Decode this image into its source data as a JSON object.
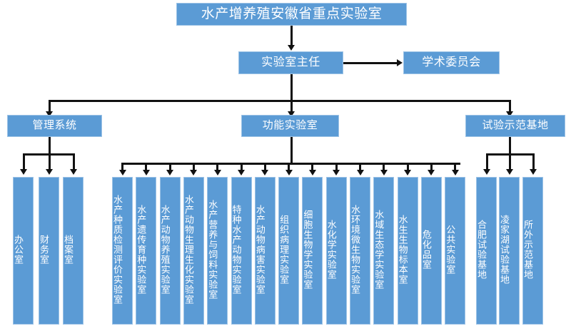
{
  "diagram": {
    "type": "organization-chart",
    "colors": {
      "box_fill": "#5B9BD5",
      "box_border": "#9DC3E6",
      "text": "#FFFFFF",
      "connector": "#111111",
      "background": "#FFFFFF"
    },
    "title": "水产增养殖安徽省重点实验室",
    "level2": {
      "director": "实验室主任",
      "committee": "学术委员会"
    },
    "level3": [
      {
        "label": "管理系统"
      },
      {
        "label": "功能实验室"
      },
      {
        "label": "试验示范基地"
      }
    ],
    "management_units": [
      "办公室",
      "财务室",
      "档案室"
    ],
    "functional_labs": [
      "水产种质检测评价实验室",
      "水产遗传育种实验室",
      "水产动物养殖实验室",
      "水产动物生理生化实验室",
      "水产营养与饲料实验室",
      "特种水产动物实验室",
      "水产动物病害实验室",
      "组织病理实验室",
      "细胞生物学实验室",
      "水化学实验室",
      "水环境微生物实验室",
      "水域生态学实验室",
      "水生生物标本室",
      "危化品室",
      "公共实验室"
    ],
    "demo_bases": [
      "合肥试验基地",
      "凌家湖试验基地",
      "所外示范基地"
    ]
  }
}
